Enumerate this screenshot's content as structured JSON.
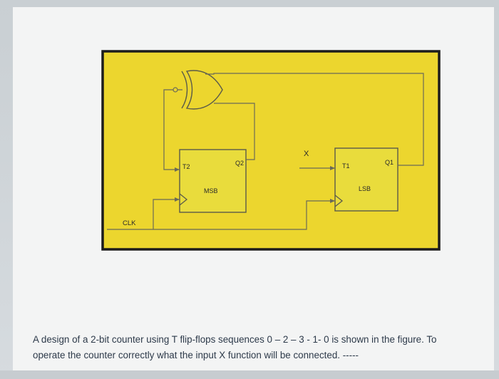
{
  "diagram": {
    "labels": {
      "clk": "CLK",
      "msb": "MSB",
      "lsb": "LSB",
      "t2": "T2",
      "q2": "Q2",
      "t1": "T1",
      "q1": "Q1",
      "x": "X"
    },
    "colors": {
      "board": "#ecd62e",
      "border": "#1c1c1c",
      "wire": "#6a6a58",
      "box": "#e9dc3c",
      "text": "#2d3a4a"
    }
  },
  "question": {
    "line1": "A design of a 2-bit counter using T flip-flops sequences 0 – 2 – 3 - 1- 0 is shown in the figure. To",
    "line2": "operate the counter correctly what the input X function will be connected. -----"
  }
}
